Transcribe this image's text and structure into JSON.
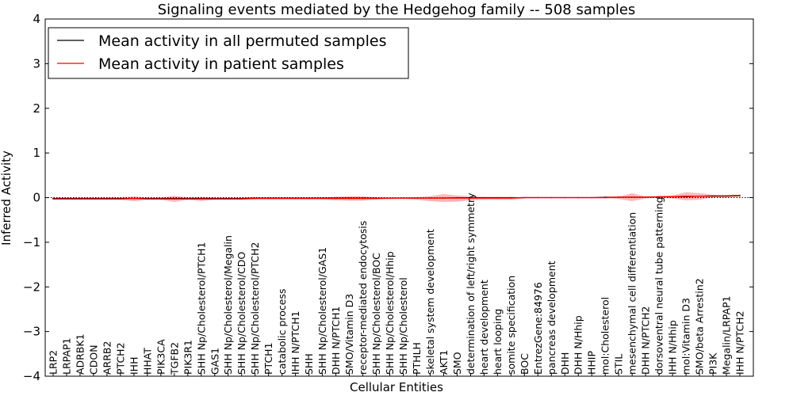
{
  "chart_data": {
    "type": "line",
    "title": "Signaling events mediated by the Hedgehog family -- 508 samples",
    "xlabel": "Cellular Entities",
    "ylabel": "Inferred Activity",
    "ylim": [
      -4,
      4
    ],
    "yticks": [
      -4,
      -3,
      -2,
      -1,
      0,
      1,
      2,
      3,
      4
    ],
    "ytick_labels": [
      "−4",
      "−3",
      "−2",
      "−1",
      "0",
      "1",
      "2",
      "3",
      "4"
    ],
    "grid": false,
    "legend_position": "top-left",
    "categories": [
      "LRP2",
      "LRPAP1",
      "ADRBK1",
      "CDON",
      "ARRB2",
      "PTCH2",
      "IHH",
      "HHAT",
      "PIK3CA",
      "TGFB2",
      "PIK3R1",
      "SHH Np/Cholesterol/PTCH1",
      "GAS1",
      "SHH Np/Cholesterol/Megalin",
      "SHH Np/Cholesterol/CDO",
      "SHH Np/Cholesterol/PTCH2",
      "PTCH1",
      "catabolic process",
      "IHH N/PTCH1",
      "SHH",
      "SHH Np/Cholesterol/GAS1",
      "DHH N/PTCH1",
      "SMO/Vitamin D3",
      "receptor-mediated endocytosis",
      "SHH Np/Cholesterol/BOC",
      "SHH Np/Cholesterol/Hhip",
      "SHH Np/Cholesterol",
      "PTHLH",
      "skeletal system development",
      "AKT1",
      "SMO",
      "determination of left/right symmetry",
      "heart development",
      "heart looping",
      "somite specification",
      "BOC",
      "EntrezGene:84976",
      "pancreas development",
      "DHH",
      "DHH N/Hhip",
      "HHIP",
      "mol:Cholesterol",
      "STIL",
      "mesenchymal cell differentiation",
      "DHH N/PTCH2",
      "dorsoventral neural tube patterning",
      "IHH N/Hhip",
      "mol:Vitamin D3",
      "SMO/beta Arrestin2",
      "PI3K",
      "Megalin/LRPAP1",
      "IHH N/PTCH2"
    ],
    "series": [
      {
        "name": "Mean activity in all permuted samples",
        "color": "#000000",
        "values": [
          -0.02,
          -0.02,
          -0.02,
          -0.02,
          -0.02,
          -0.02,
          -0.02,
          -0.02,
          -0.02,
          -0.02,
          -0.02,
          -0.02,
          -0.02,
          -0.02,
          -0.02,
          -0.01,
          -0.01,
          -0.01,
          -0.01,
          -0.01,
          -0.01,
          -0.01,
          -0.01,
          -0.01,
          -0.01,
          -0.01,
          -0.01,
          -0.01,
          -0.01,
          -0.01,
          0.0,
          0.0,
          0.0,
          0.0,
          0.0,
          0.0,
          0.0,
          0.0,
          0.0,
          0.0,
          0.0,
          0.01,
          0.01,
          0.01,
          0.01,
          0.02,
          0.02,
          0.02,
          0.03,
          0.03,
          0.03,
          0.04
        ]
      },
      {
        "name": "Mean activity in patient samples",
        "color": "#ff0000",
        "values": [
          -0.03,
          -0.03,
          -0.03,
          -0.03,
          -0.03,
          -0.03,
          -0.02,
          -0.03,
          -0.03,
          -0.03,
          -0.03,
          -0.03,
          -0.03,
          -0.03,
          -0.03,
          -0.02,
          -0.02,
          -0.02,
          -0.02,
          -0.02,
          -0.02,
          -0.02,
          -0.02,
          -0.02,
          -0.02,
          -0.01,
          -0.01,
          -0.01,
          -0.01,
          -0.01,
          -0.01,
          -0.01,
          -0.01,
          -0.01,
          -0.01,
          0.0,
          0.0,
          0.0,
          0.0,
          0.0,
          0.0,
          0.0,
          0.01,
          0.01,
          0.01,
          0.02,
          0.02,
          0.03,
          0.03,
          0.04,
          0.04,
          0.05
        ]
      }
    ],
    "band": {
      "color": "#ff6666",
      "upper": [
        0.0,
        0.0,
        0.0,
        0.0,
        0.0,
        0.0,
        0.03,
        0.0,
        0.0,
        0.04,
        0.0,
        0.02,
        0.0,
        0.0,
        0.0,
        0.0,
        0.0,
        0.0,
        0.0,
        0.0,
        0.0,
        0.02,
        0.03,
        0.03,
        0.0,
        0.0,
        0.0,
        0.01,
        0.03,
        0.08,
        0.05,
        0.03,
        0.02,
        0.02,
        0.02,
        0.01,
        0.0,
        0.0,
        0.0,
        0.0,
        0.0,
        0.0,
        0.02,
        0.1,
        0.02,
        0.03,
        0.05,
        0.12,
        0.1,
        0.06,
        0.05,
        0.06
      ],
      "lower": [
        -0.05,
        -0.05,
        -0.05,
        -0.05,
        -0.05,
        -0.05,
        -0.08,
        -0.05,
        -0.05,
        -0.1,
        -0.05,
        -0.08,
        -0.05,
        -0.05,
        -0.05,
        -0.04,
        -0.04,
        -0.04,
        -0.04,
        -0.04,
        -0.04,
        -0.06,
        -0.07,
        -0.07,
        -0.04,
        -0.04,
        -0.03,
        -0.05,
        -0.08,
        -0.1,
        -0.09,
        -0.06,
        -0.05,
        -0.05,
        -0.05,
        -0.02,
        -0.01,
        -0.01,
        -0.01,
        -0.01,
        -0.01,
        -0.01,
        -0.03,
        -0.08,
        -0.02,
        0.0,
        -0.02,
        -0.06,
        -0.05,
        0.01,
        0.02,
        0.02
      ]
    }
  }
}
